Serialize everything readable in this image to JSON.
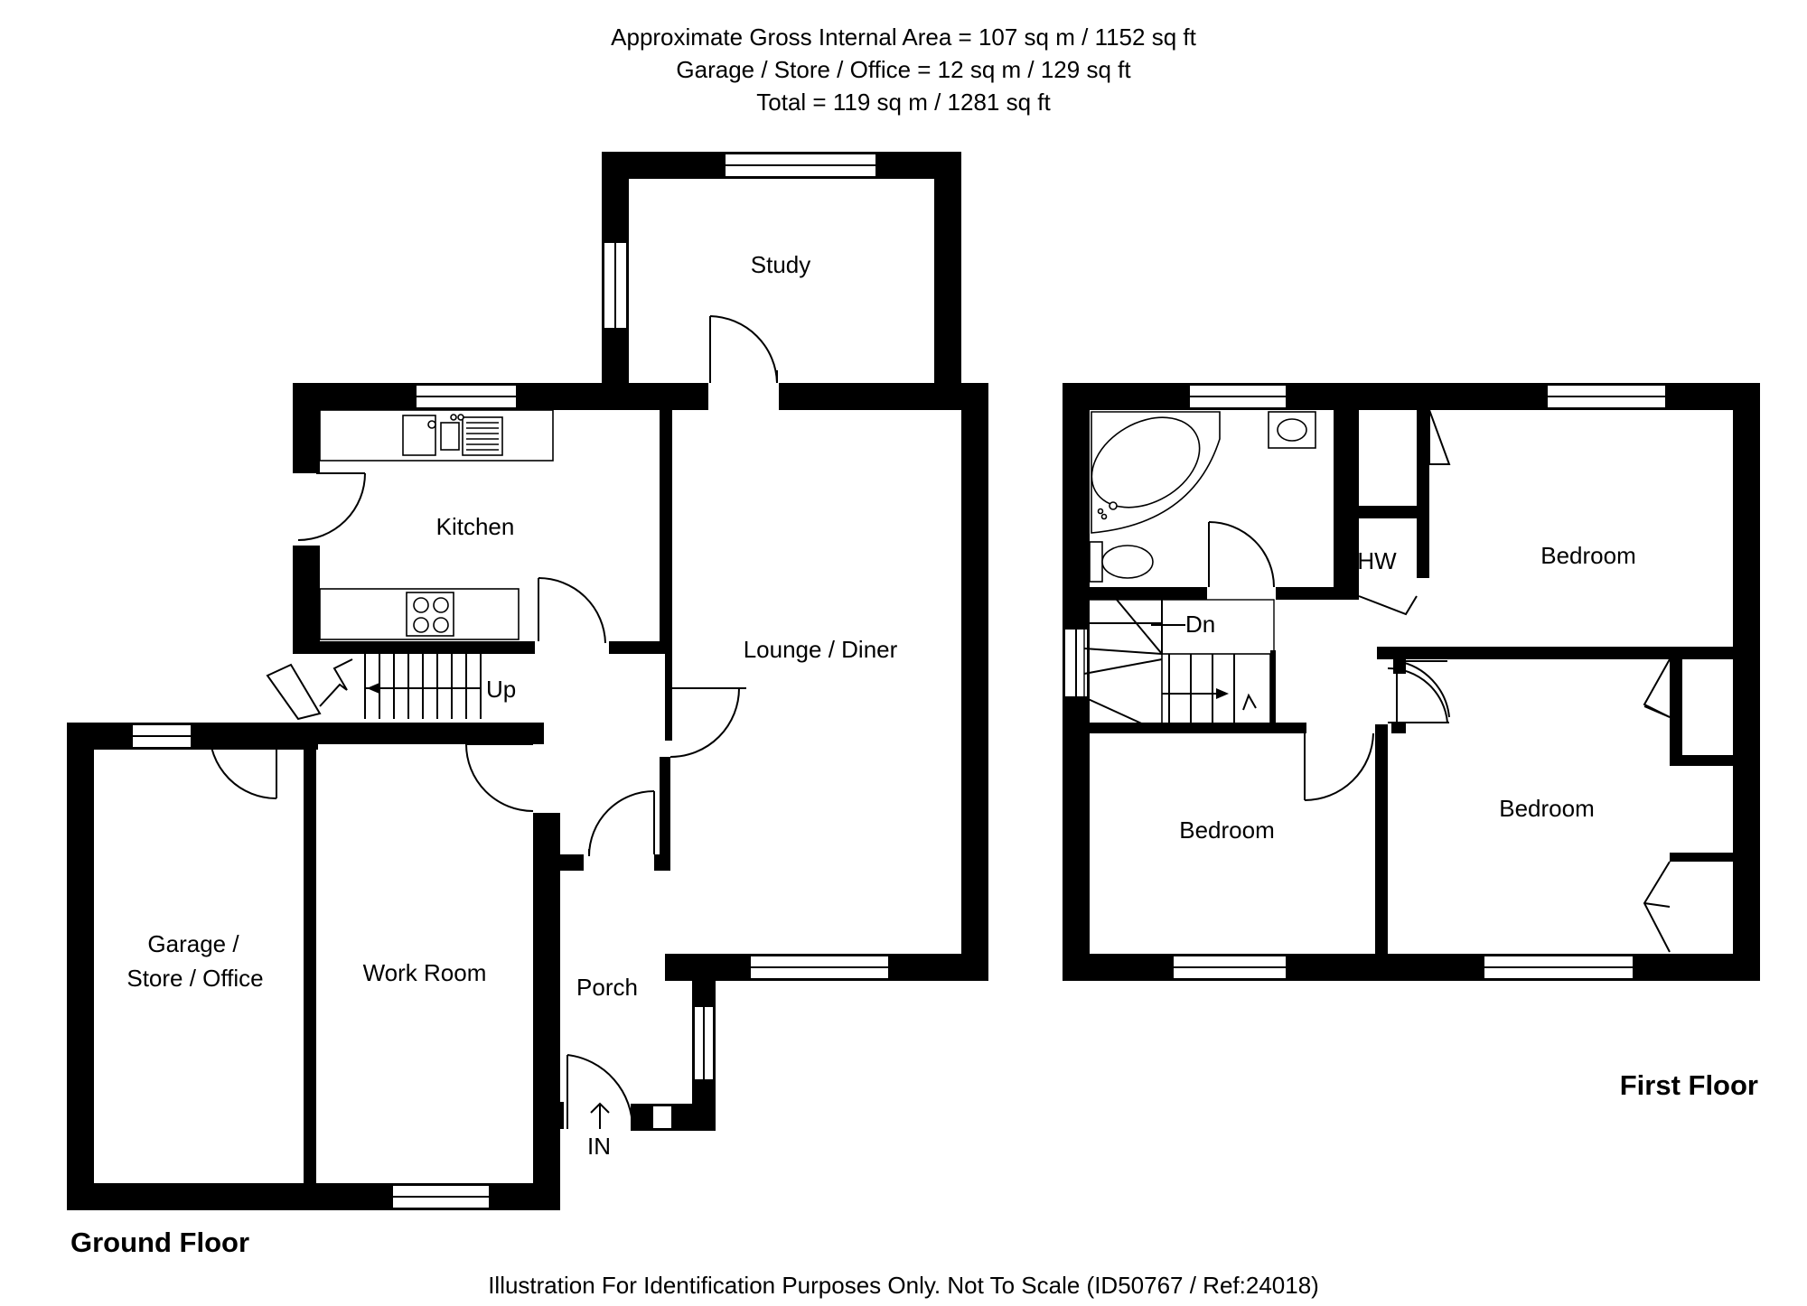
{
  "header": {
    "line1": "Approximate Gross Internal Area = 107 sq m / 1152 sq ft",
    "line2": "Garage / Store / Office = 12 sq m / 129 sq ft",
    "line3": "Total = 119 sq m / 1281 sq ft"
  },
  "footer": "Illustration For Identification Purposes Only. Not To Scale (ID50767 / Ref:24018)",
  "ground_floor": {
    "title": "Ground Floor",
    "rooms": {
      "study": "Study",
      "kitchen": "Kitchen",
      "lounge": "Lounge / Diner",
      "garage_line1": "Garage /",
      "garage_line2": "Store / Office",
      "work_room": "Work Room",
      "porch": "Porch"
    },
    "stairs_label": "Up",
    "entrance_label": "IN"
  },
  "first_floor": {
    "title": "First Floor",
    "rooms": {
      "bedroom_1": "Bedroom",
      "bedroom_2": "Bedroom",
      "bedroom_3": "Bedroom",
      "hot_water": "HW"
    },
    "stairs_label": "Dn"
  }
}
